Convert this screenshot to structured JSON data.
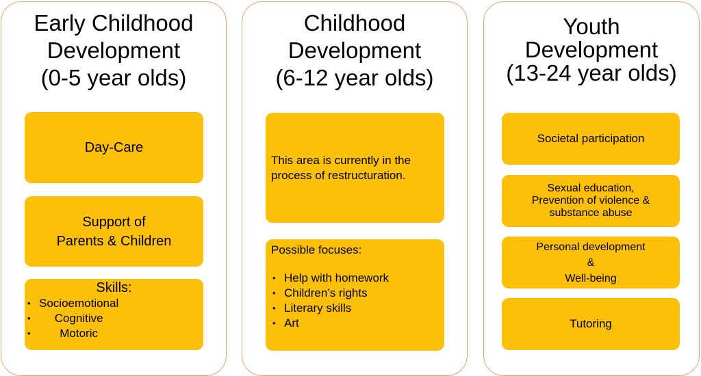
{
  "columns": [
    {
      "title_lines": [
        "Early Childhood",
        "Development",
        "(0-5 year olds)"
      ],
      "box_daycare": "Day-Care",
      "box_support_lines": [
        "Support of",
        "Parents & Children"
      ],
      "skills_heading": "Skills:",
      "skills_items": [
        "Socioemotional",
        "Cognitive",
        "Motoric"
      ]
    },
    {
      "title_lines": [
        "Childhood",
        "Development",
        "(6-12 year olds)"
      ],
      "restructure_lines": [
        "This area is currently in the",
        "process of restructuration."
      ],
      "focuses_heading": "Possible focuses:",
      "focuses_items": [
        "Help with homework",
        "Children’s rights",
        "Literary skills",
        "Art"
      ]
    },
    {
      "title_lines": [
        "Youth",
        "Development",
        "(13-24 year olds)"
      ],
      "box_societal": "Societal participation",
      "box_sexual_lines": [
        "Sexual education,",
        "Prevention of violence &",
        "substance abuse"
      ],
      "box_personal_lines": [
        "Personal development",
        "&",
        "Well-being"
      ],
      "box_tutoring": "Tutoring"
    }
  ],
  "colors": {
    "box_fill": "#fcbf0a",
    "panel_border": "#f0a070"
  }
}
